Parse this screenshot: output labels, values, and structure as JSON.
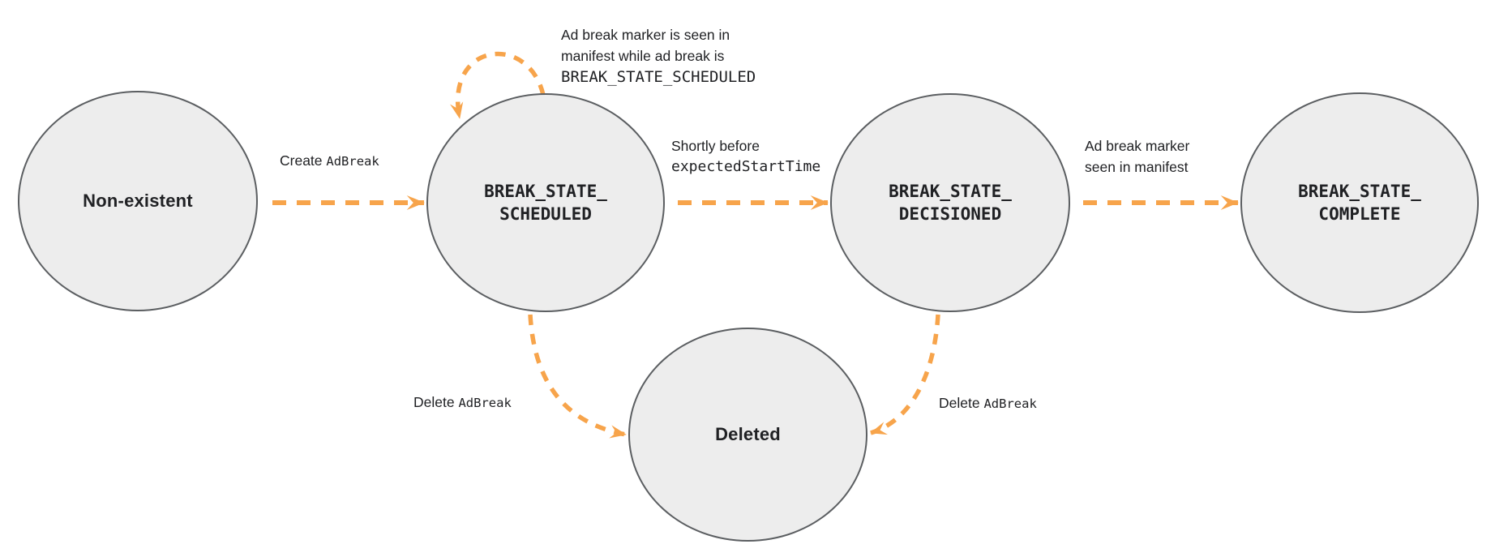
{
  "style": {
    "background": "#FFFFFF",
    "arrow_color": "#F7A44B",
    "node_fill": "#EDEDED",
    "node_border": "#5B5E61",
    "text_color": "#202124"
  },
  "states": {
    "non_existent": {
      "label": "Non-existent"
    },
    "scheduled": {
      "line1": "BREAK_STATE_",
      "line2": "SCHEDULED"
    },
    "decisioned": {
      "line1": "BREAK_STATE_",
      "line2": "DECISIONED"
    },
    "complete": {
      "line1": "BREAK_STATE_",
      "line2": "COMPLETE"
    },
    "deleted": {
      "label": "Deleted"
    }
  },
  "transitions": {
    "create": {
      "text": "Create ",
      "code": "AdBreak"
    },
    "self_loop": {
      "line1": "Ad break marker is seen in",
      "line2": "manifest while ad break is",
      "code": "BREAK_STATE_SCHEDULED"
    },
    "to_decisioned": {
      "line1": "Shortly before",
      "code": "expectedStartTime"
    },
    "to_complete": {
      "line1": "Ad break marker",
      "line2": "seen in manifest"
    },
    "delete_from_scheduled": {
      "text": "Delete ",
      "code": "AdBreak"
    },
    "delete_from_decisioned": {
      "text": "Delete ",
      "code": "AdBreak"
    }
  }
}
